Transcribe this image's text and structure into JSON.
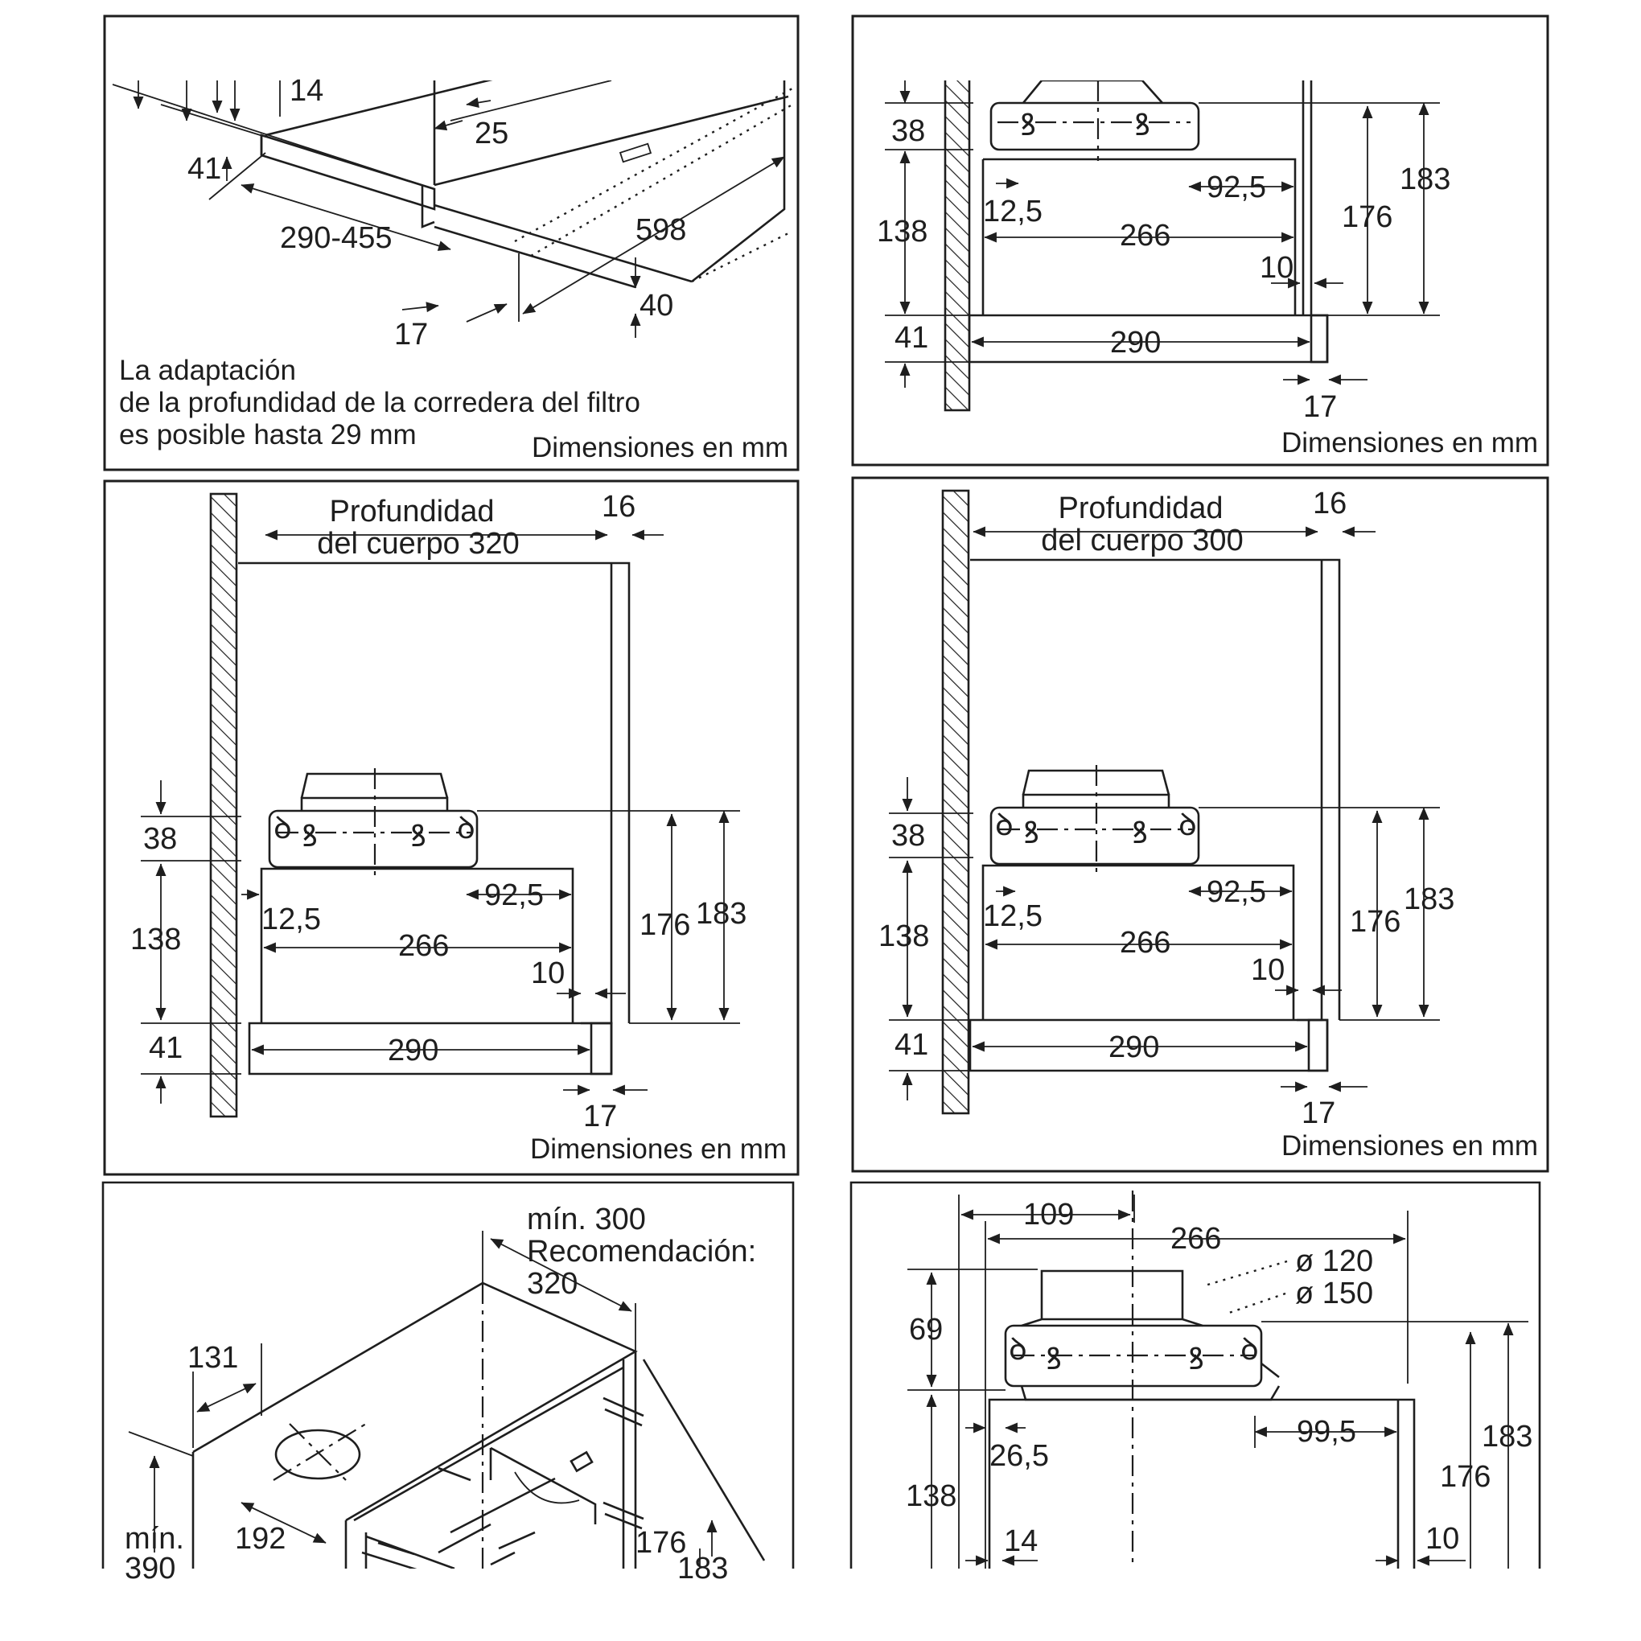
{
  "panel_top_left": {
    "dims": {
      "d14": "14",
      "d25": "25",
      "d41": "41",
      "d290_455": "290-455",
      "d598": "598",
      "d40": "40",
      "d17": "17"
    },
    "note_lines": [
      "La adaptación",
      "de la profundidad de la corredera del filtro",
      "es posible hasta 29 mm"
    ],
    "units": "Dimensiones en mm"
  },
  "panel_top_right": {
    "dims": {
      "d38": "38",
      "d138": "138",
      "d41": "41",
      "d12_5": "12,5",
      "d92_5": "92,5",
      "d266": "266",
      "d10": "10",
      "d290": "290",
      "d17": "17",
      "d176": "176",
      "d183": "183"
    },
    "units": "Dimensiones en mm"
  },
  "panel_mid_left": {
    "depth_lines": [
      "Profundidad",
      "del cuerpo 320"
    ],
    "dims": {
      "d16": "16",
      "d38": "38",
      "d138": "138",
      "d41": "41",
      "d12_5": "12,5",
      "d92_5": "92,5",
      "d266": "266",
      "d10": "10",
      "d290": "290",
      "d17": "17",
      "d176": "176",
      "d183": "183"
    },
    "units": "Dimensiones en mm"
  },
  "panel_mid_right": {
    "depth_lines": [
      "Profundidad",
      "del cuerpo 300"
    ],
    "dims": {
      "d16": "16",
      "d38": "38",
      "d138": "138",
      "d41": "41",
      "d12_5": "12,5",
      "d92_5": "92,5",
      "d266": "266",
      "d10": "10",
      "d290": "290",
      "d17": "17",
      "d176": "176",
      "d183": "183"
    },
    "units": "Dimensiones en mm"
  },
  "panel_bottom_left": {
    "rec_lines": [
      "mín. 300",
      "Recomendación:",
      "320"
    ],
    "dims": {
      "d131": "131",
      "d192": "192",
      "min_label": "mín.",
      "min_value": "390",
      "d176": "176",
      "d183": "183"
    }
  },
  "panel_bottom_right": {
    "dims": {
      "d109": "109",
      "d266": "266",
      "dia120": "ø 120",
      "dia150": "ø 150",
      "d69": "69",
      "d26_5": "26,5",
      "d99_5": "99,5",
      "d183": "183",
      "d176": "176",
      "d138": "138",
      "d14": "14",
      "d10": "10"
    }
  }
}
